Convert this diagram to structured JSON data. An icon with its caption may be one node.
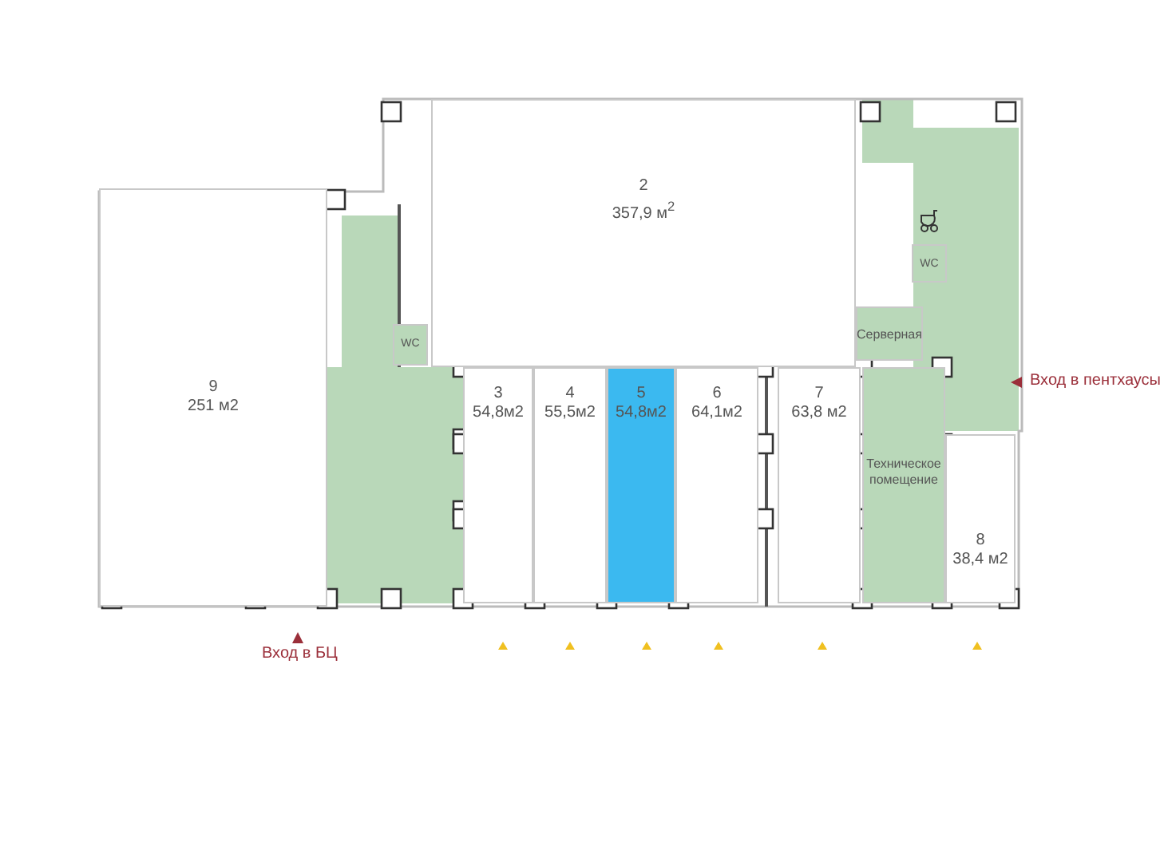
{
  "diagram": {
    "nodes": [
      {
        "text": [
          "2",
          "357,9 м$^{2}$"
        ]
      },
      {
        "text": [
          "9",
          "251 м2"
        ]
      },
      {
        "text": [
          "WC"
        ]
      },
      {
        "text": [
          "3",
          "54,8м2"
        ]
      },
      {
        "text": [
          "4",
          "55,5м2"
        ]
      },
      {
        "text": [
          "5",
          "54,8м2"
        ]
      },
      {
        "text": [
          "6",
          "64,1м2"
        ]
      },
      {
        "text": [
          "7",
          "63,8 м2"
        ]
      },
      {
        "text": [
          "WC"
        ]
      },
      {
        "text": [
          "Серверная"
        ]
      },
      {
        "text": [
          "Техническое помещение"
        ]
      },
      {
        "text": [
          "8",
          "38,4 м2"
        ]
      }
    ],
    "edges": [],
    "labels": [
      "Вход в пентхаусы",
      "Вход в БЦ"
    ]
  }
}
